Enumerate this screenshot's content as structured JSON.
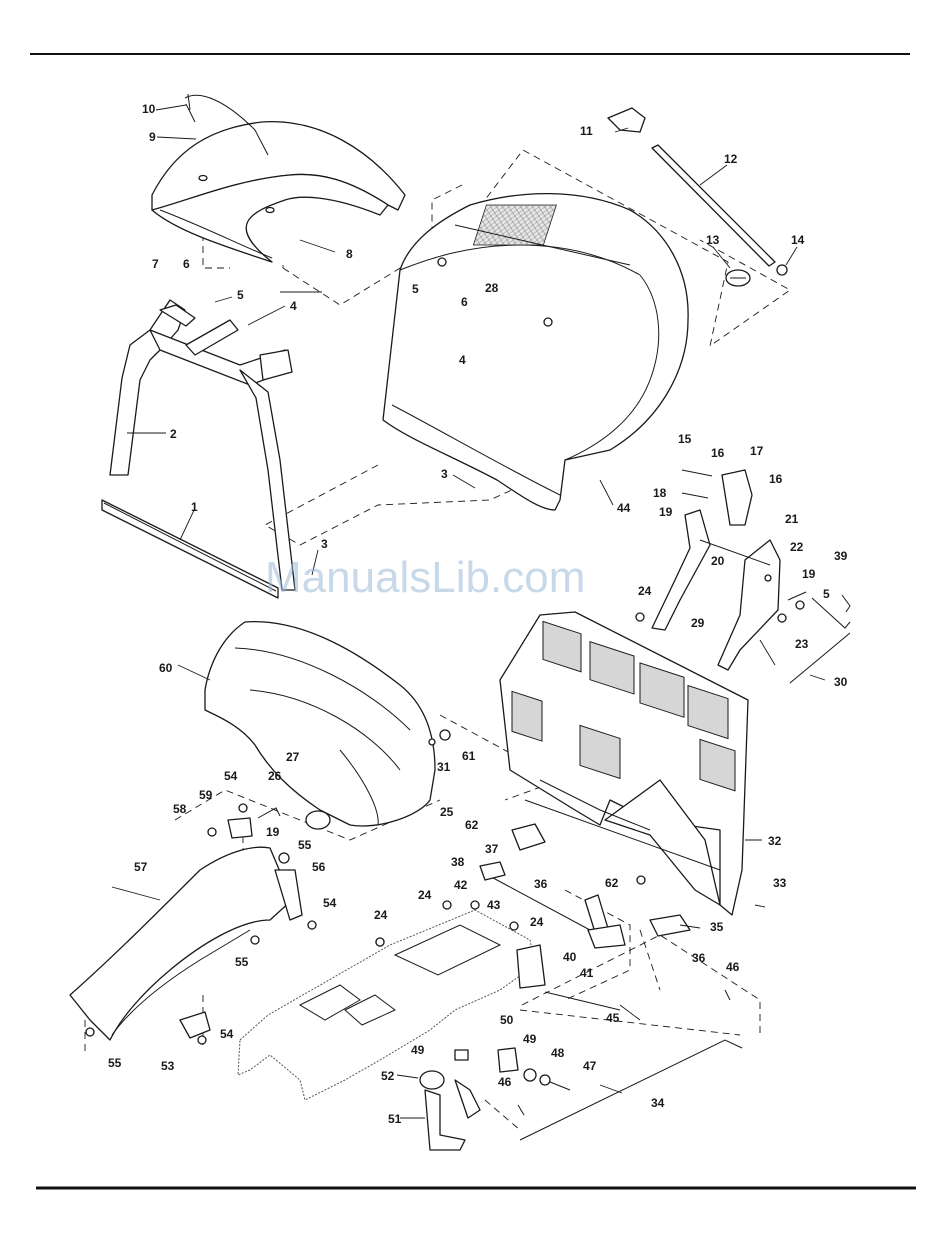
{
  "watermark": "ManualsLib.com",
  "callouts": [
    "1",
    "2",
    "3",
    "3",
    "4",
    "4",
    "5",
    "5",
    "5",
    "6",
    "6",
    "7",
    "8",
    "9",
    "10",
    "11",
    "12",
    "13",
    "14",
    "15",
    "16",
    "16",
    "17",
    "18",
    "19",
    "19",
    "19",
    "20",
    "21",
    "22",
    "23",
    "24",
    "24",
    "24",
    "24",
    "25",
    "26",
    "27",
    "28",
    "29",
    "30",
    "31",
    "32",
    "33",
    "34",
    "35",
    "36",
    "36",
    "37",
    "38",
    "39",
    "40",
    "41",
    "42",
    "43",
    "44",
    "45",
    "46",
    "46",
    "47",
    "48",
    "49",
    "49",
    "50",
    "51",
    "52",
    "53",
    "54",
    "54",
    "54",
    "55",
    "55",
    "55",
    "56",
    "57",
    "58",
    "59",
    "60",
    "61",
    "62",
    "62"
  ],
  "colors": {
    "line": "#1a1a1a",
    "rule": "#111111",
    "mesh": "#d6d6d6",
    "watermark": "#9bbad8"
  }
}
